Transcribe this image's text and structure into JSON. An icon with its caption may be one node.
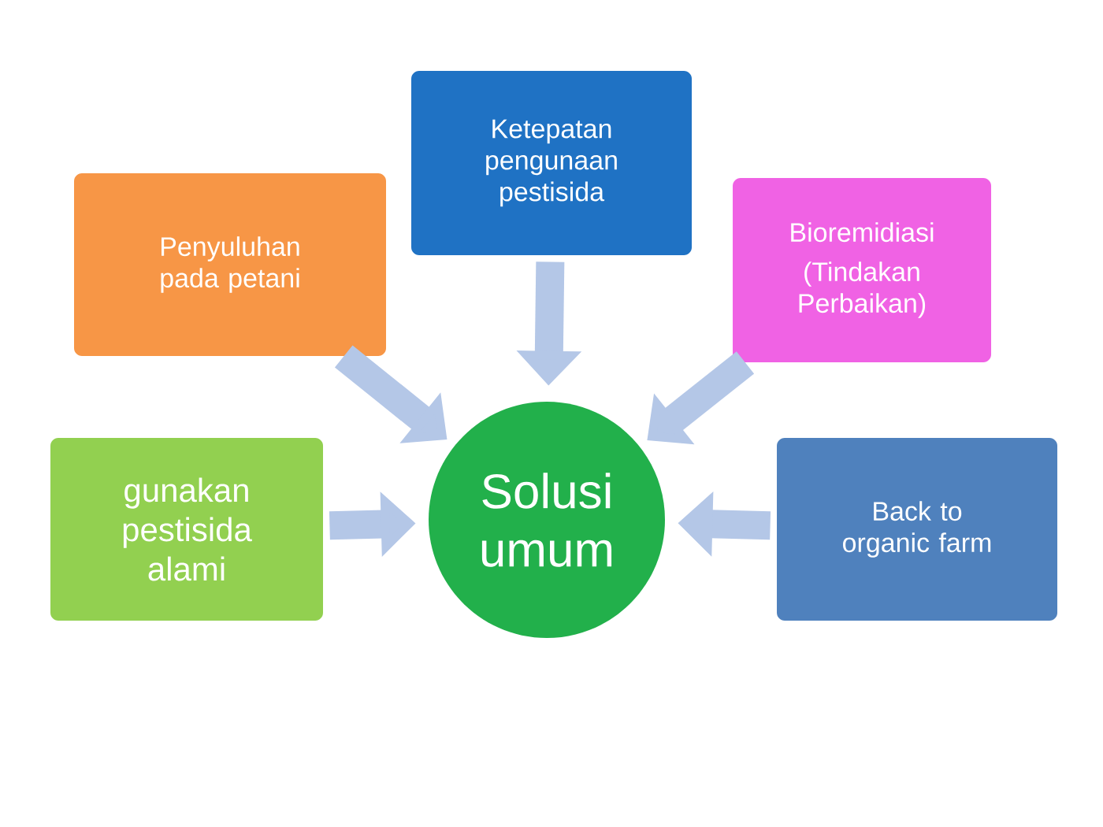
{
  "diagram": {
    "nodes": [
      {
        "text": [
          "Penyuluhan pada petani"
        ]
      },
      {
        "text": [
          "Ketepatan pengunaan pestisida"
        ]
      },
      {
        "text": [
          "Bioremidiasi",
          "(Tindakan Perbaikan)"
        ]
      },
      {
        "text": [
          "gunakan pestisida alami"
        ]
      },
      {
        "text": [
          "Solusi umum"
        ]
      },
      {
        "text": [
          "Back to organic farm"
        ]
      }
    ],
    "edges": [
      {
        "from": 0,
        "to": 4,
        "arrow": "to"
      },
      {
        "from": 1,
        "to": 4,
        "arrow": "to"
      },
      {
        "from": 2,
        "to": 4,
        "arrow": "to"
      },
      {
        "from": 3,
        "to": 4,
        "arrow": "to"
      },
      {
        "from": 5,
        "to": 4,
        "arrow": "to"
      }
    ]
  }
}
